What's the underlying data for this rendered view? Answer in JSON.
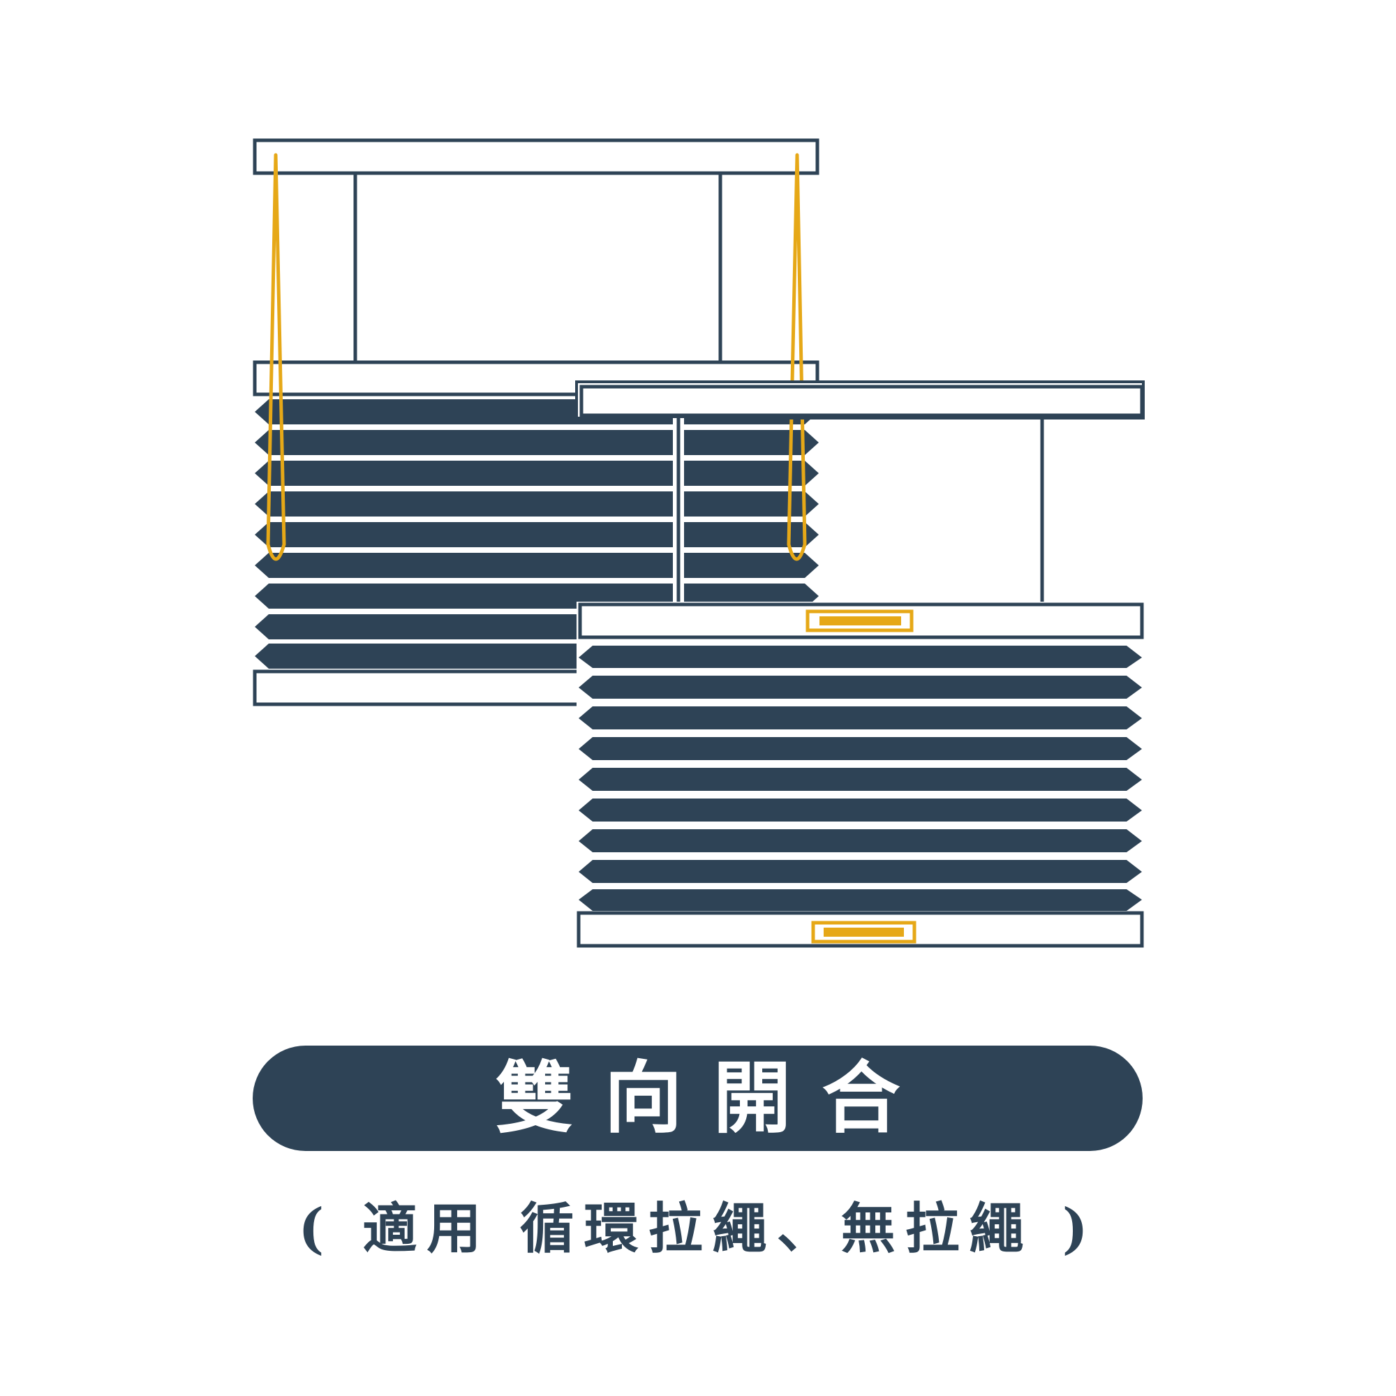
{
  "title": "雙向開合",
  "caption": "( 適用 循環拉繩、無拉繩 )",
  "colors": {
    "navy": "#2e4356",
    "gold": "#e6a817",
    "background": "#ffffff"
  },
  "illustration": {
    "left_blind": {
      "label": "corded pleated blind (loop cord)",
      "pleat_count": 9
    },
    "right_blind": {
      "label": "cordless pleated blind (handle)",
      "pleat_count": 9
    }
  }
}
